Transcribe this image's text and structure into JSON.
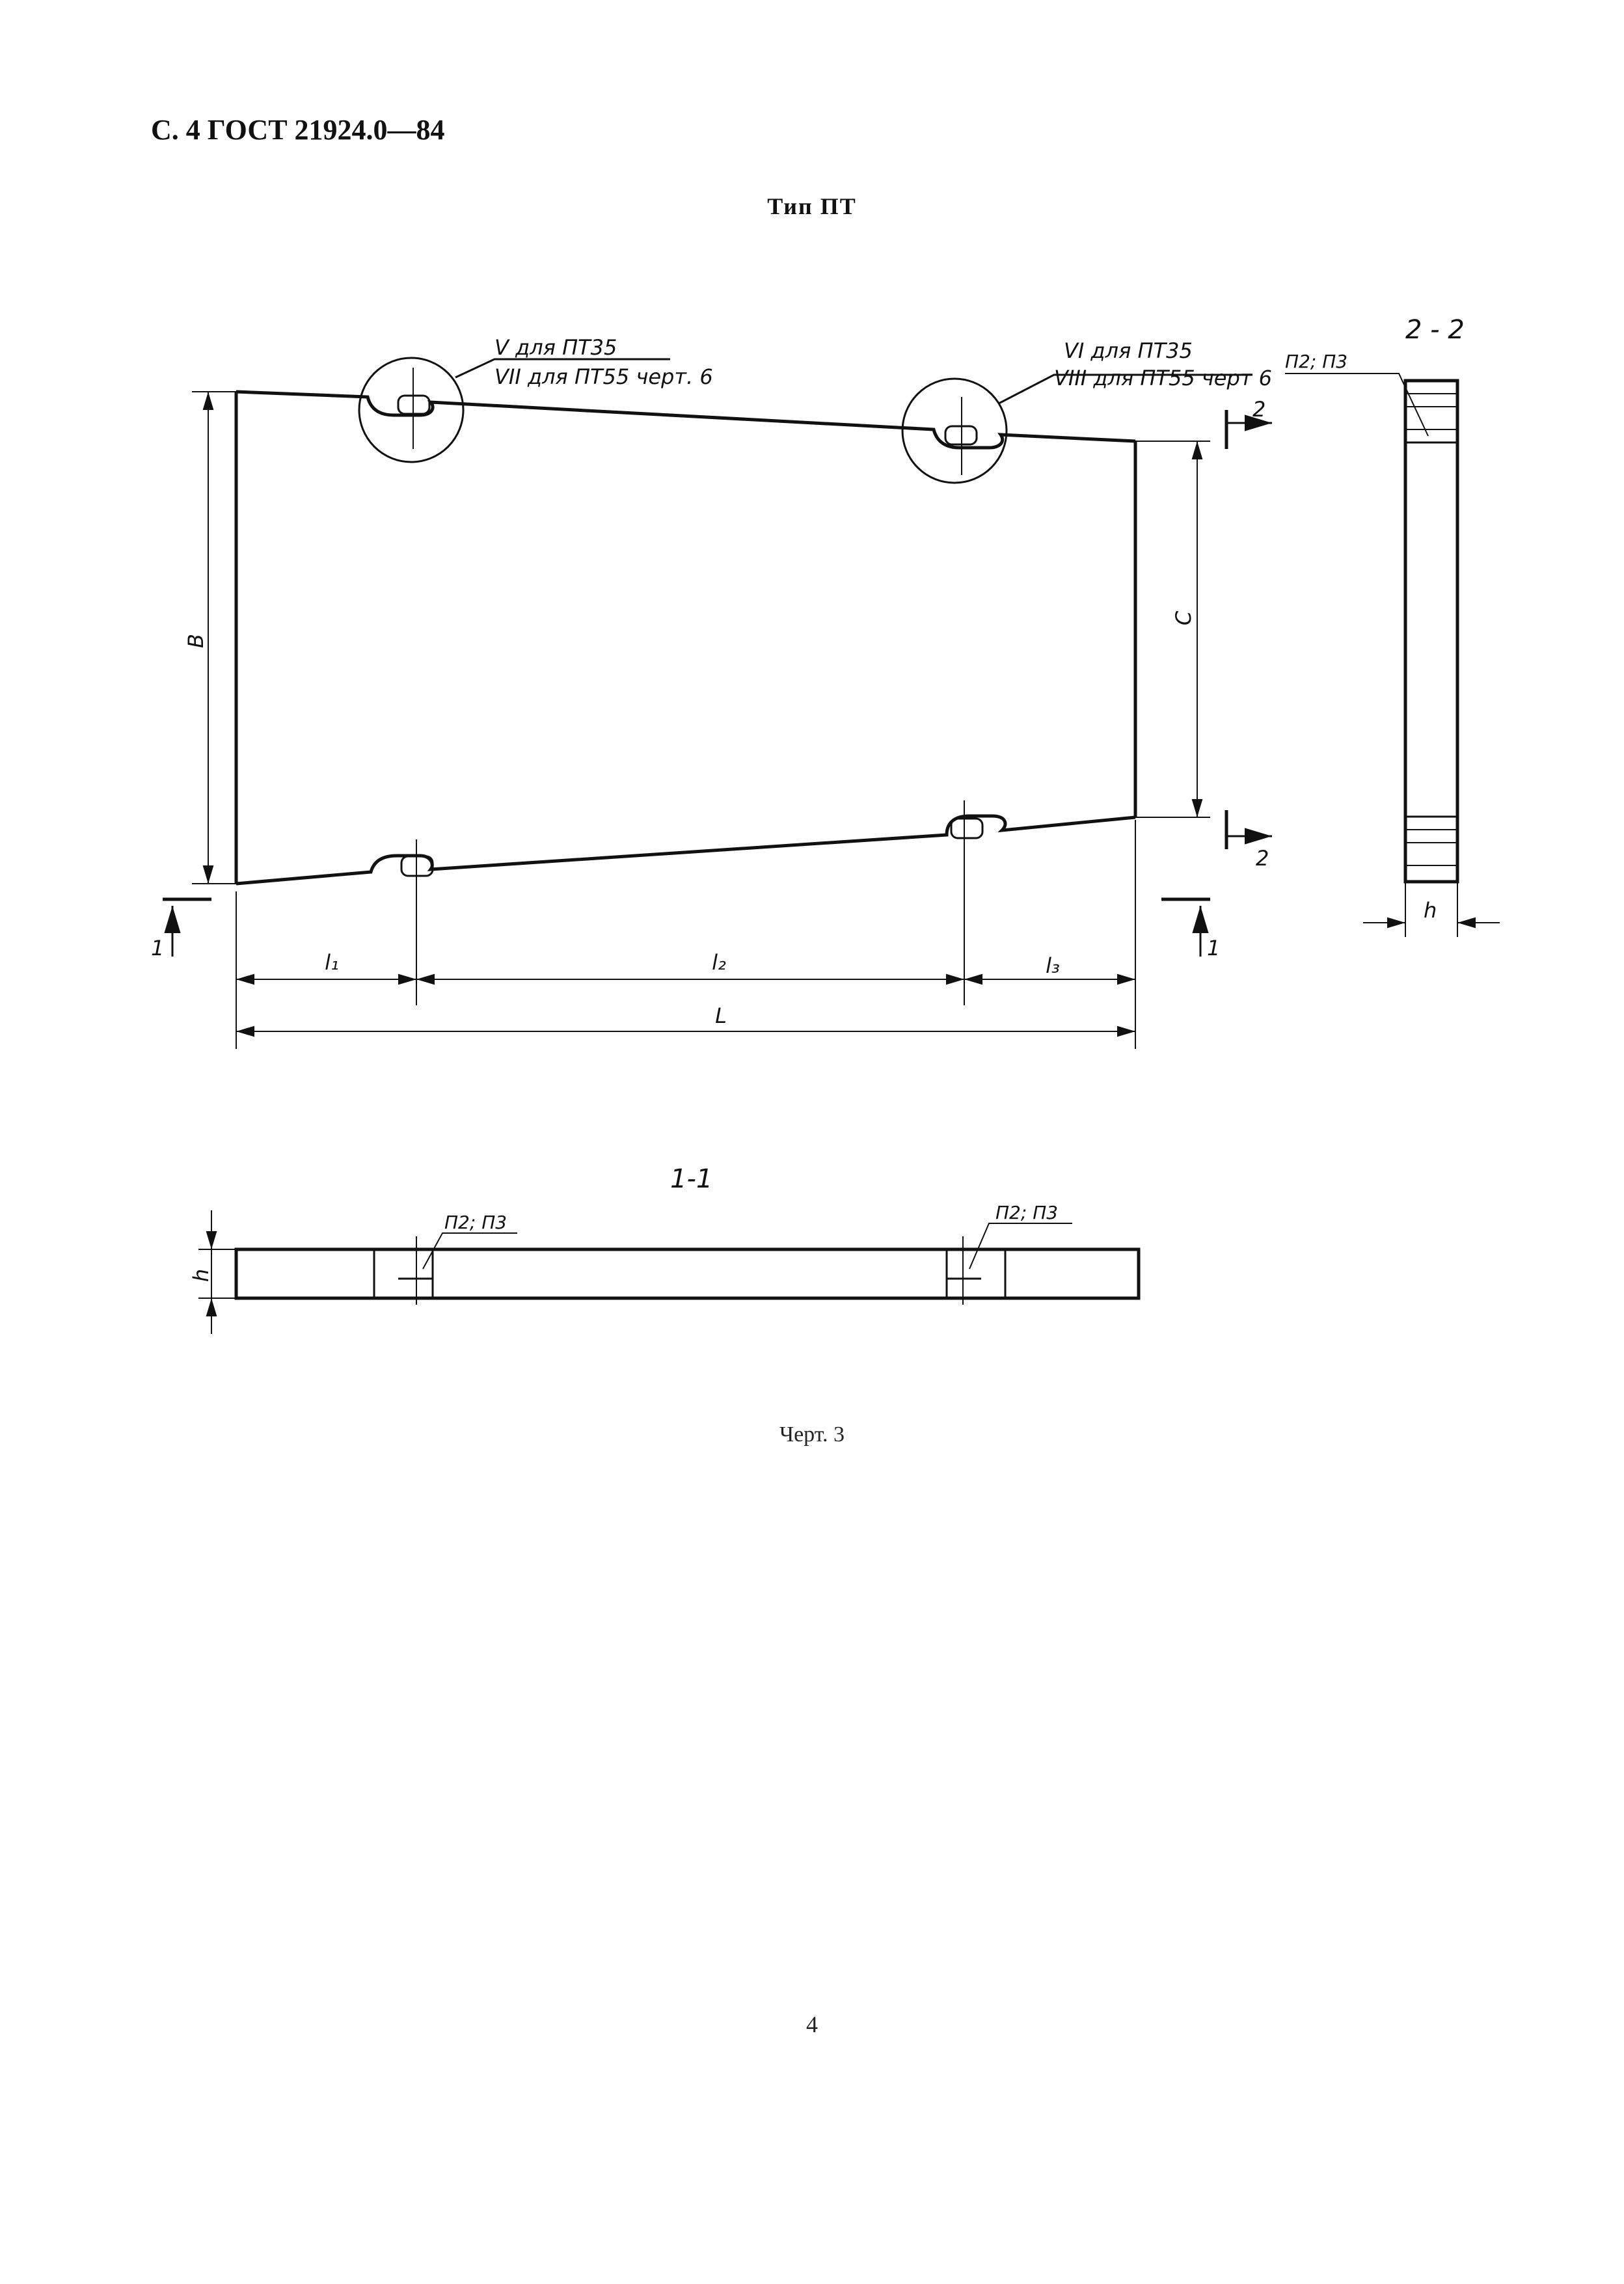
{
  "header": {
    "page_ref": "С. 4 ГОСТ 21924.0—84",
    "type_title": "Тип ПТ"
  },
  "drawing": {
    "callout_left_line1": "V для ПТ35",
    "callout_left_line2": "VII для ПТ55 черт. 6",
    "callout_right_line1": "VI для ПТ35",
    "callout_right_line2": "VIII для ПТ55 черт 6",
    "dim_B": "B",
    "dim_C": "C",
    "dim_l1": "l₁",
    "dim_l2": "l₂",
    "dim_l3": "l₃",
    "dim_L": "L",
    "section_mark_1": "1",
    "section_mark_2": "2",
    "section_2_title": "2 - 2",
    "section_1_title": "1-1",
    "section_2_label": "П2; П3",
    "section_1_label_left": "П2; П3",
    "section_1_label_right": "П2; П3",
    "dim_h": "h"
  },
  "caption": "Черт. 3",
  "page_number": "4"
}
